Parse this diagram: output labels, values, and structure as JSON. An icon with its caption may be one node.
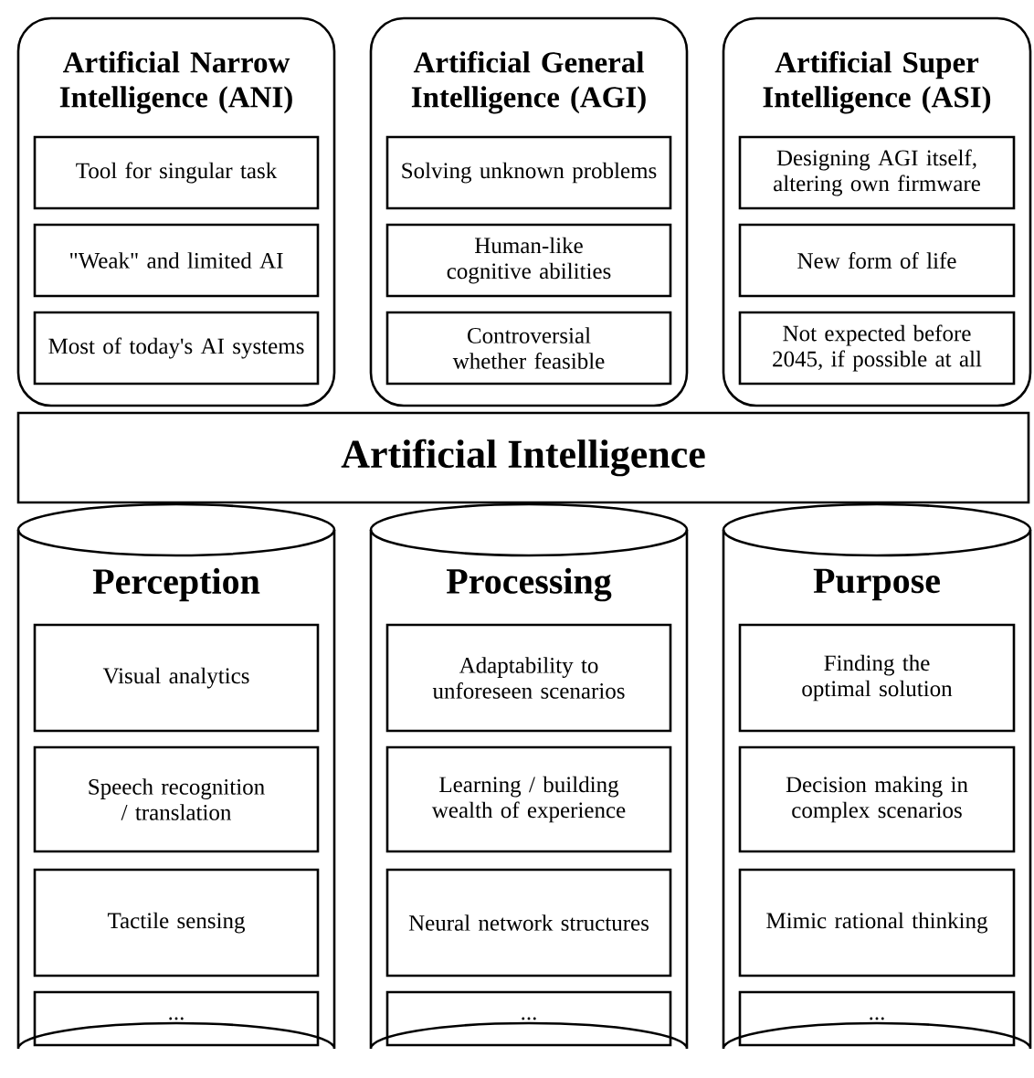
{
  "diagram": {
    "nodes": [
      {
        "text": [
          "Artificial Narrow Intelligence (ANI)"
        ]
      },
      {
        "text": [
          "Tool for singular task"
        ],
        "in": 0
      },
      {
        "text": [
          "\"Weak\" and limited AI"
        ],
        "in": 0
      },
      {
        "text": [
          "Most of today's AI systems"
        ],
        "in": 0
      },
      {
        "text": [
          "Artificial General Intelligence (AGI)"
        ]
      },
      {
        "text": [
          "Solving unknown problems"
        ],
        "in": 4
      },
      {
        "text": [
          "Human-like cognitive abilities"
        ],
        "in": 4
      },
      {
        "text": [
          "Controversial whether feasible"
        ],
        "in": 4
      },
      {
        "text": [
          "Artificial Super Intelligence (ASI)"
        ]
      },
      {
        "text": [
          "Designing AGI itself, altering own firmware"
        ],
        "in": 8
      },
      {
        "text": [
          "New form of life"
        ],
        "in": 8
      },
      {
        "text": [
          "Not expected before 2045, if possible at all"
        ],
        "in": 8
      },
      {
        "text": [
          "Artificial Intelligence"
        ]
      },
      {
        "text": [
          "Perception"
        ]
      },
      {
        "text": [
          "Visual analytics"
        ],
        "in": 13
      },
      {
        "text": [
          "Speech recognition / translation"
        ],
        "in": 13
      },
      {
        "text": [
          "Tactile sensing"
        ],
        "in": 13
      },
      {
        "text": [
          "..."
        ],
        "in": 13
      },
      {
        "text": [
          "Processing"
        ]
      },
      {
        "text": [
          "Adaptability to unforeseen scenarios"
        ],
        "in": 18
      },
      {
        "text": [
          "Learning / building wealth of experience"
        ],
        "in": 18
      },
      {
        "text": [
          "Neural network structures"
        ],
        "in": 18
      },
      {
        "text": [
          "..."
        ],
        "in": 18
      },
      {
        "text": [
          "Purpose"
        ]
      },
      {
        "text": [
          "Finding the optimal solution"
        ],
        "in": 23
      },
      {
        "text": [
          "Decision making in complex scenarios"
        ],
        "in": 23
      },
      {
        "text": [
          "Mimic rational thinking"
        ],
        "in": 23
      },
      {
        "text": [
          "..."
        ],
        "in": 23
      }
    ]
  }
}
